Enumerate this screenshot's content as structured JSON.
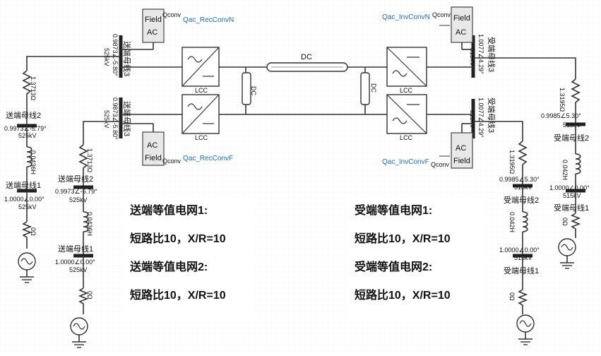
{
  "colors": {
    "link_blue": "#1f6fb2",
    "grid": "#cfd8e3",
    "wire": "#333333",
    "panel": "#ffffff"
  },
  "left": {
    "conv_n": {
      "field": "Field",
      "ac": "AC",
      "qconv": "Qconv",
      "name": "Qac_RecConvN"
    },
    "conv_f": {
      "field": "Field",
      "ac": "AC",
      "qconv": "Qconv",
      "name": "Qac_RecConvF"
    },
    "bus3_top": {
      "name": "送端母线3",
      "voltage": "0.9873∠-5.80°",
      "kv": "525kV"
    },
    "bus3_bot": {
      "name": "送端母线3",
      "voltage": "0.9873∠-5.80°",
      "kv": "525kV"
    },
    "net_a": {
      "r": "1.3713Ω",
      "l": "0.0436H",
      "r0": "0Ω",
      "bus2": {
        "name": "送端母线2",
        "voltage": "0.9973∠-5.79°",
        "kv": "525kV"
      },
      "bus1": {
        "name": "送端母线1",
        "voltage": "1.0000∠0.00°",
        "kv": "525kV"
      }
    },
    "net_b": {
      "r": "1.3713Ω",
      "l": "0.0436H",
      "r0": "0Ω",
      "bus2": {
        "name": "送端母线2",
        "voltage": "0.9973∠-5.79°",
        "kv": "525kV"
      },
      "bus1": {
        "name": "送端母线1",
        "voltage": "1.0000∠0.00°",
        "kv": "525kV"
      }
    }
  },
  "right": {
    "conv_n": {
      "field": "Field",
      "ac": "AC",
      "qconv": "Qconv",
      "name": "Qac_InvConvN"
    },
    "conv_f": {
      "field": "Field",
      "ac": "AC",
      "qconv": "Qconv",
      "name": "Qac_InvConvF"
    },
    "bus3_top": {
      "name": "受端母线3",
      "voltage": "1.0077∠4.29°",
      "kv": "515kV"
    },
    "bus3_bot": {
      "name": "受端母线3",
      "voltage": "1.0077∠4.29°",
      "kv": "515kV"
    },
    "net_a": {
      "r": "1.3195Ω",
      "l": "0.042H",
      "r0": "0Ω",
      "bus2": {
        "name": "受端母线2",
        "voltage": "0.9985∠5.30°",
        "kv": "515kV"
      },
      "bus1": {
        "name": "受端母线1",
        "voltage": "1.0000∠0.00°",
        "kv": "515kV"
      }
    },
    "net_b": {
      "r": "1.3195Ω",
      "l": "0.042H",
      "r0": "0Ω",
      "bus2": {
        "name": "受端母线2",
        "voltage": "0.9985∠5.30°",
        "kv": "515kV"
      },
      "bus1": {
        "name": "受端母线1",
        "voltage": "1.0000∠0.00°",
        "kv": "515kV"
      }
    }
  },
  "dc": {
    "line_label": "DC",
    "cap_left": "DC",
    "cap_right": "DC"
  },
  "lcc": {
    "left_top": "LCC",
    "left_bot": "LCC",
    "right_top": "LCC",
    "right_bot": "LCC"
  },
  "notes": {
    "left": [
      "送端等值电网1:",
      "短路比10，X/R=10",
      "送端等值电网2:",
      "短路比10，X/R=10"
    ],
    "right": [
      "受端等值电网1:",
      "短路比10，X/R=10",
      "受端等值电网2:",
      "短路比10，X/R=10"
    ]
  }
}
